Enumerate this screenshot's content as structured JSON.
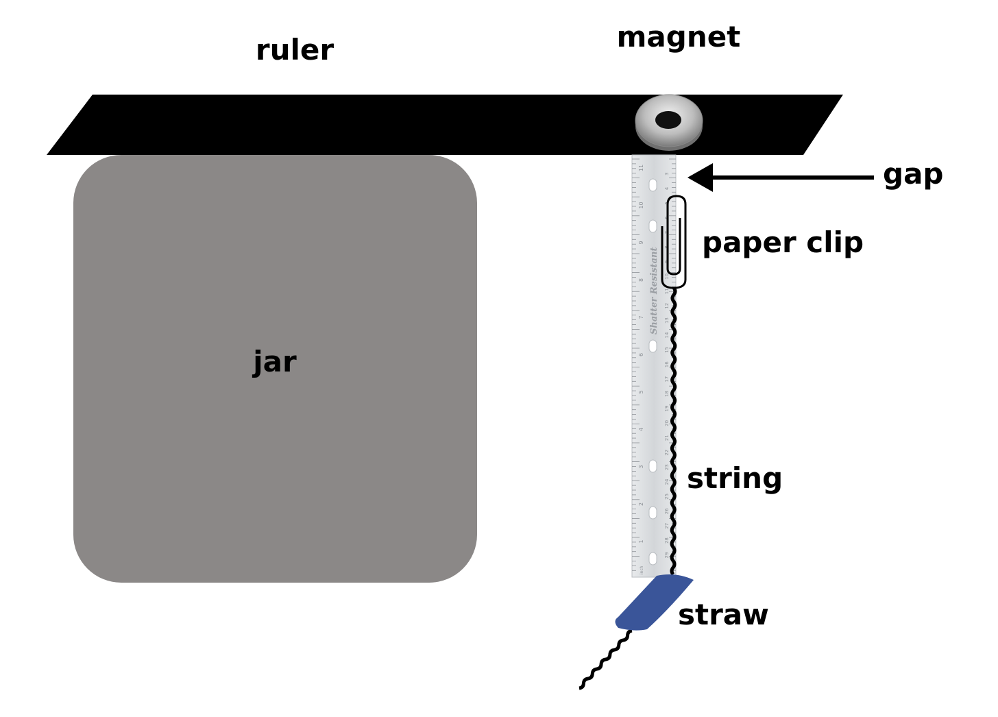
{
  "labels": {
    "ruler": "ruler",
    "magnet": "magnet",
    "gap": "gap",
    "paper_clip": "paper clip",
    "jar": "jar",
    "string": "string",
    "straw": "straw"
  },
  "ruler_markings": {
    "brand_text": "Shatter Resistant",
    "unit_text": "inch",
    "inch_numbers": [
      "11",
      "10",
      "9",
      "8",
      "7",
      "6",
      "5",
      "4",
      "3",
      "2",
      "1"
    ],
    "cm_numbers": [
      "29",
      "28",
      "27",
      "26",
      "25",
      "24",
      "23",
      "22",
      "21",
      "20",
      "19",
      "18",
      "17",
      "16",
      "15",
      "14",
      "13",
      "12",
      "11",
      "10",
      "9",
      "8",
      "7",
      "6",
      "5",
      "4",
      "3"
    ]
  },
  "colors": {
    "ruler_bar": "#000000",
    "jar": "#8b8887",
    "straw": "#3a5599",
    "hanging_ruler": "#dfe1e3",
    "magnet": "#b9b9b9"
  }
}
